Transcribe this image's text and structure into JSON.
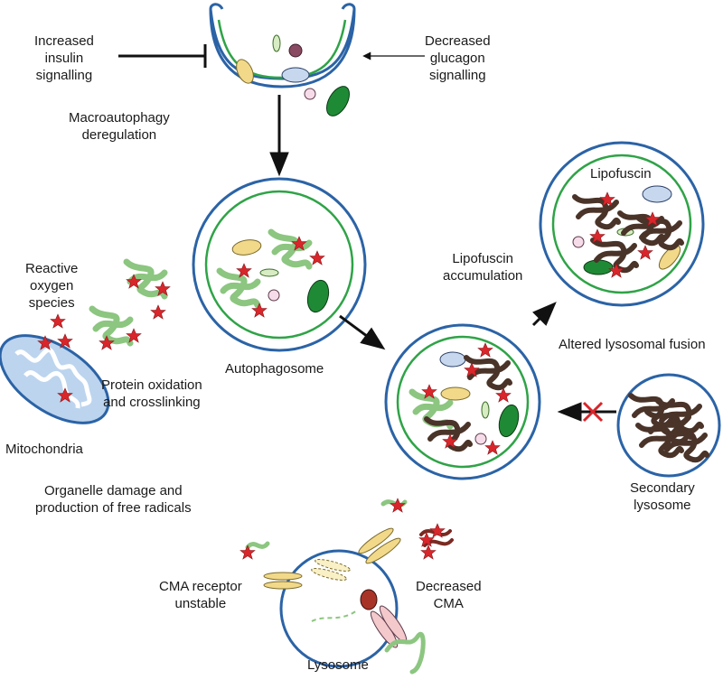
{
  "labels": {
    "increased_insulin": [
      "Increased",
      "insulin",
      "signalling"
    ],
    "decreased_glucagon": [
      "Decreased",
      "glucagon",
      "signalling"
    ],
    "macroautophagy": [
      "Macroautophagy",
      "deregulation"
    ],
    "lipofuscin": "Lipofuscin",
    "lipofuscin_accumulation": [
      "Lipofuscin",
      "accumulation"
    ],
    "reactive_oxygen": [
      "Reactive",
      "oxygen",
      "species"
    ],
    "autophagosome": "Autophagosome",
    "altered_fusion": "Altered lysosomal fusion",
    "protein_oxidation": [
      "Protein oxidation",
      "and crosslinking"
    ],
    "mitochondria": "Mitochondria",
    "organelle_damage": [
      "Organelle damage and",
      "production of free radicals"
    ],
    "secondary_lysosome": [
      "Secondary",
      "lysosome"
    ],
    "cma_receptor": [
      "CMA receptor",
      "unstable"
    ],
    "decreased_cma": [
      "Decreased",
      "CMA"
    ],
    "lysosome": "Lysosome"
  },
  "colors": {
    "membrane_blue": "#2b63a6",
    "membrane_green": "#2fa347",
    "protein_green": "#8cc680",
    "ros_star": "#d8262b",
    "lipofuscin_brown": "#4a3328",
    "mito_fill": "#bcd4ee"
  }
}
